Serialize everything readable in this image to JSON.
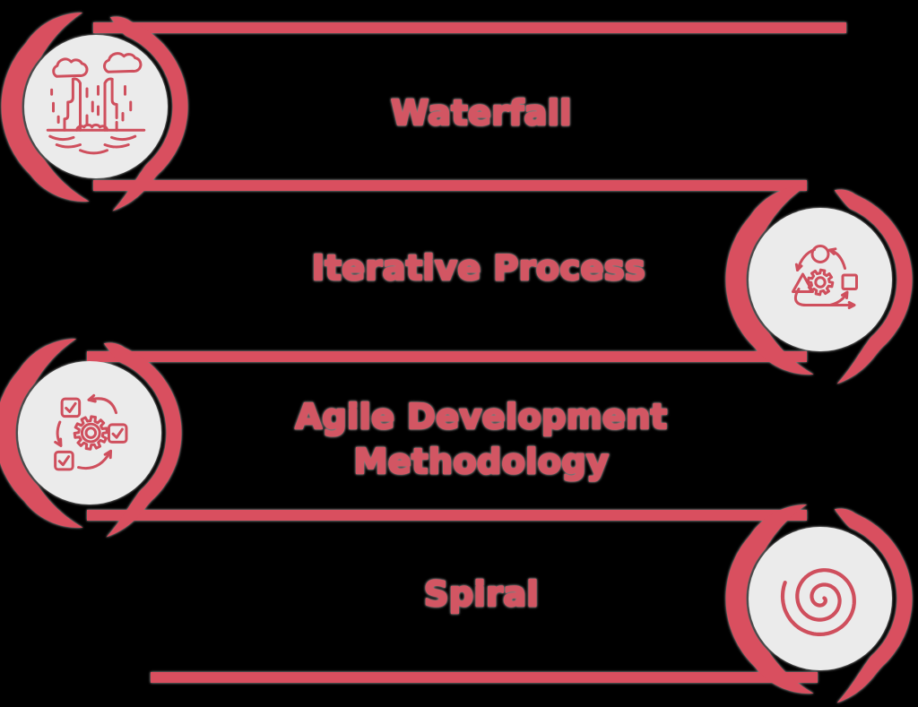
{
  "background": "#000000",
  "colors": {
    "accent": "#d94f5f",
    "label": "#d25663",
    "icon_stroke": "#cf4f5d",
    "disc": "#ebebeb",
    "halo": "#8b8b8b"
  },
  "nodes": [
    {
      "id": "waterfall",
      "label": "Waterfall",
      "icon": "waterfall-icon",
      "side": "left"
    },
    {
      "id": "iterative-process",
      "label": "Iterative Process",
      "icon": "iterative-process-icon",
      "side": "right"
    },
    {
      "id": "agile",
      "label_lines": [
        "Agile Development",
        "Methodology"
      ],
      "icon": "agile-icon",
      "side": "left"
    },
    {
      "id": "spiral",
      "label": "Spiral",
      "icon": "spiral-icon",
      "side": "right"
    }
  ]
}
